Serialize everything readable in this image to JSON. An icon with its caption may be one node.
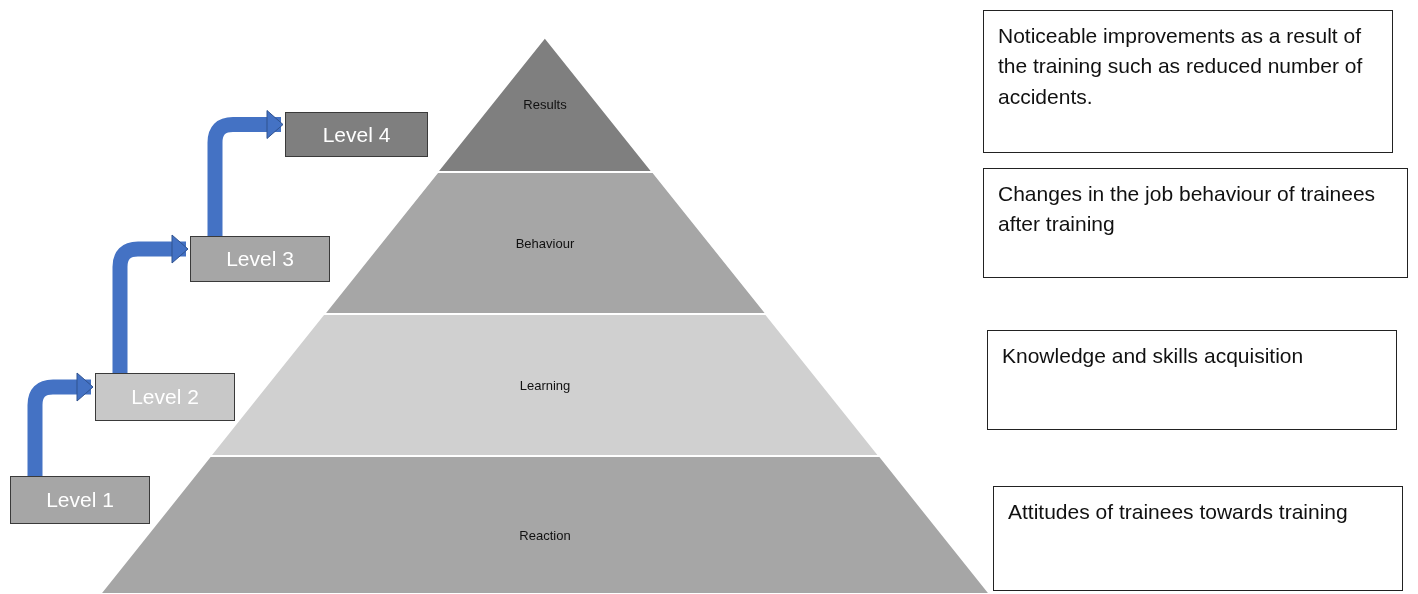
{
  "diagram": {
    "nodes": [
      {
        "text": [
          "Results"
        ]
      },
      {
        "text": [
          "Behaviour"
        ]
      },
      {
        "text": [
          "Learning"
        ]
      },
      {
        "text": [
          "Reaction"
        ]
      },
      {
        "text": [
          "Level 4"
        ]
      },
      {
        "text": [
          "Level 3"
        ]
      },
      {
        "text": [
          "Level 2"
        ]
      },
      {
        "text": [
          "Level 1"
        ]
      },
      {
        "text": [
          "Noticeable improvements as a result of the training such as reduced number of accidents."
        ]
      },
      {
        "text": [
          "Changes in the job behaviour of trainees after training"
        ]
      },
      {
        "text": [
          "Knowledge and skills acquisition"
        ]
      },
      {
        "text": [
          "Attitudes of trainees towards training"
        ]
      }
    ],
    "edges": [
      {
        "from": 7,
        "to": 6,
        "arrow": "to"
      },
      {
        "from": 6,
        "to": 5,
        "arrow": "to"
      },
      {
        "from": 5,
        "to": 4,
        "arrow": "to"
      }
    ]
  }
}
